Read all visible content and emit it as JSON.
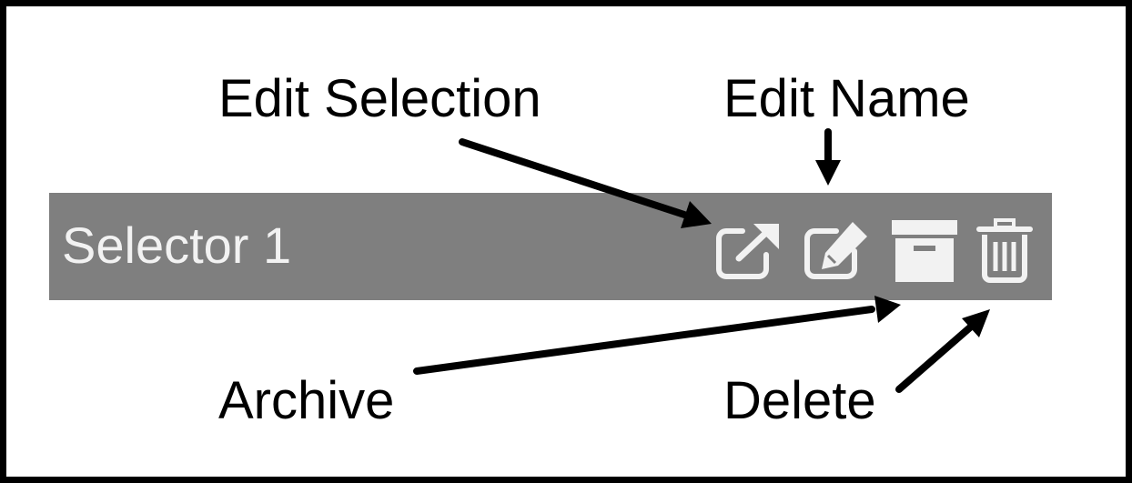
{
  "labels": {
    "edit_selection": "Edit Selection",
    "edit_name": "Edit Name",
    "archive": "Archive",
    "delete": "Delete"
  },
  "row": {
    "title": "Selector 1"
  },
  "icons": {
    "edit_selection": "external-link-icon",
    "edit_name": "pencil-icon",
    "archive": "archive-box-icon",
    "delete": "trash-icon"
  },
  "colors": {
    "bar": "#7f7f7f",
    "icon": "#f2f2f2",
    "arrow": "#000000"
  }
}
